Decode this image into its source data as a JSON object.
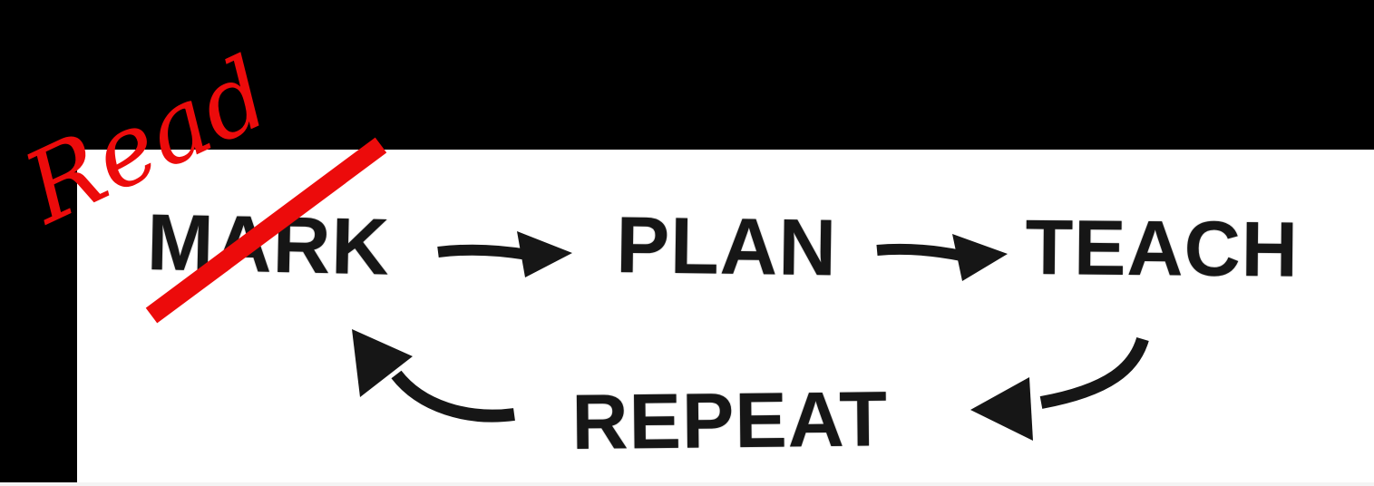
{
  "diagram": {
    "description": "Hand-drawn cycle diagram on white paper over black background",
    "nodes": [
      {
        "label": "MARK",
        "crossed_out": true
      },
      {
        "label": "PLAN",
        "crossed_out": false
      },
      {
        "label": "TEACH",
        "crossed_out": false
      },
      {
        "label": "REPEAT",
        "crossed_out": false
      }
    ],
    "annotation": {
      "text": "Read",
      "style": "handwritten red pen",
      "replaces": "MARK"
    },
    "edges": [
      {
        "from": "MARK",
        "to": "PLAN",
        "style": "straight-arrow"
      },
      {
        "from": "PLAN",
        "to": "TEACH",
        "style": "straight-arrow"
      },
      {
        "from": "TEACH",
        "to": "REPEAT",
        "style": "curved-arrow"
      },
      {
        "from": "REPEAT",
        "to": "MARK",
        "style": "curved-arrow"
      }
    ],
    "colors": {
      "background": "#000000",
      "paper": "#ffffff",
      "ink": "#161616",
      "pen": "#ec0b0b"
    }
  }
}
